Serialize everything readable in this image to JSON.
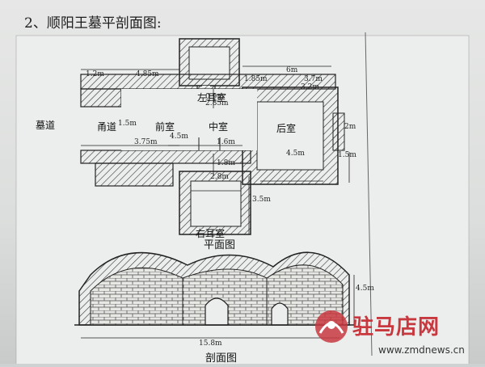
{
  "title": "2、顺阳王墓平剖面图:",
  "plan": {
    "rooms": {
      "mudao": "墓道",
      "yongdao": "甬道",
      "qianshi": "前室",
      "zhongshi": "中室",
      "houshi": "后室",
      "zuoershi": "左耳室",
      "youershi": "右耳室"
    },
    "dims": {
      "d1": "1.2m",
      "d2": "4.85m",
      "d3": "6m",
      "d4": "1.85m",
      "d5": "3.7m",
      "d6": "3.2m",
      "d7": "0.9m",
      "d8": "2.85m",
      "d9": "1.5m",
      "d10": "4.5m",
      "d11": "3.75m",
      "d12": "1.6m",
      "d13": "1.8m",
      "d14": "2.8m",
      "d15": "3.5m",
      "d16": "4.5m",
      "d17": "1.5m",
      "d18": "2m"
    },
    "caption": "平面图"
  },
  "section": {
    "dims": {
      "length": "15.8m",
      "height": "4.5m"
    },
    "caption": "剖面图"
  },
  "watermark": {
    "brand": "驻马店网",
    "url": "www.zmdnews.cn",
    "brand_color": "#c8383f"
  }
}
